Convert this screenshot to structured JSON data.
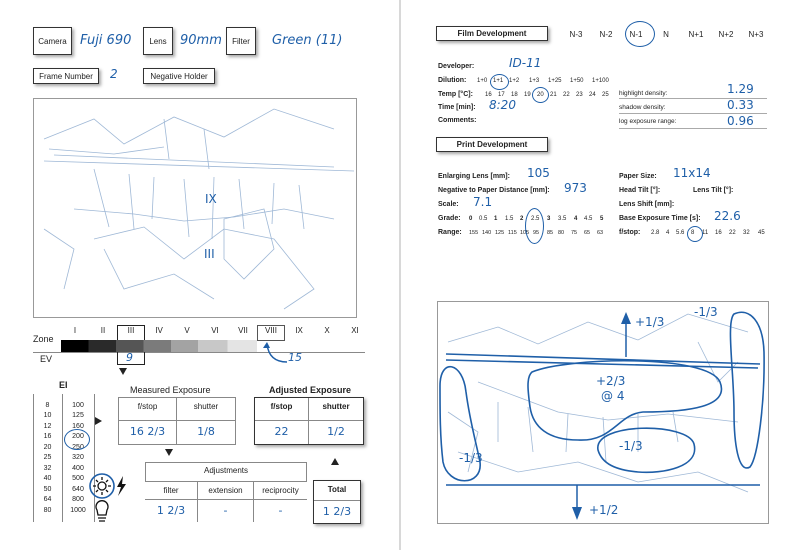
{
  "left": {
    "camera": {
      "label": "Camera",
      "value": "Fuji 690"
    },
    "lens": {
      "label": "Lens",
      "value": "90mm"
    },
    "filter": {
      "label": "Filter",
      "value": "Green (11)"
    },
    "frame": {
      "label": "Frame Number",
      "value": "2"
    },
    "negative_holder": {
      "label": "Negative Holder"
    },
    "sketch_marks": {
      "upper": "IX",
      "lower": "III"
    },
    "zone_scale": {
      "zone_label": "Zone",
      "ev_label": "EV",
      "zones": [
        "I",
        "II",
        "III",
        "IV",
        "V",
        "VI",
        "VII",
        "VIII",
        "IX",
        "X",
        "XI"
      ],
      "ev_measured": "9",
      "ev_highlight": "15"
    },
    "ei": {
      "title": "EI",
      "left_col": [
        "8",
        "10",
        "12",
        "16",
        "20",
        "25",
        "32",
        "40",
        "50",
        "64",
        "80"
      ],
      "right_col": [
        "100",
        "125",
        "160",
        "200",
        "250",
        "320",
        "400",
        "500",
        "640",
        "800",
        "1000"
      ],
      "selected": "200"
    },
    "measured": {
      "title": "Measured Exposure",
      "fstop_label": "f/stop",
      "shutter_label": "shutter",
      "fstop": "16 2/3",
      "shutter": "1/8"
    },
    "adjusted": {
      "title": "Adjusted Exposure",
      "fstop_label": "f/stop",
      "shutter_label": "shutter",
      "fstop": "22",
      "shutter": "1/2"
    },
    "adjustments": {
      "title": "Adjustments",
      "filter_label": "filter",
      "extension_label": "extension",
      "reciprocity_label": "reciprocity",
      "filter": "1 2/3",
      "extension": "-",
      "reciprocity": "-"
    },
    "total": {
      "label": "Total",
      "value": "1 2/3"
    }
  },
  "right": {
    "film_dev": {
      "title": "Film Development",
      "n_scale": [
        "N-3",
        "N-2",
        "N-1",
        "N",
        "N+1",
        "N+2",
        "N+3"
      ],
      "n_selected": "N-1",
      "developer_label": "Developer:",
      "developer": "ID-11",
      "dilution_label": "Dilution:",
      "dilutions": [
        "1+0",
        "1+1",
        "1+2",
        "1+3",
        "1+25",
        "1+50",
        "1+100"
      ],
      "dilution_selected": "1+1",
      "temp_label": "Temp [°C]:",
      "temps": [
        "16",
        "17",
        "18",
        "19",
        "20",
        "21",
        "22",
        "23",
        "24",
        "25"
      ],
      "temp_selected": "20",
      "time_label": "Time [min]:",
      "time": "8:20",
      "comments_label": "Comments:",
      "highlight_label": "highlight density:",
      "highlight": "1.29",
      "shadow_label": "shadow density:",
      "shadow": "0.33",
      "log_label": "log exposure range:",
      "log": "0.96"
    },
    "print_dev": {
      "title": "Print Development",
      "enlarging_label": "Enlarging Lens [mm]:",
      "enlarging": "105",
      "neg_dist_label": "Negative to Paper Distance [mm]:",
      "neg_dist": "973",
      "scale_label": "Scale:",
      "scale": "7.1",
      "grade_label": "Grade:",
      "grades": [
        "0",
        "0.5",
        "1",
        "1.5",
        "2",
        "2.5",
        "3",
        "3.5",
        "4",
        "4.5",
        "5"
      ],
      "grade_selected": "2.5",
      "range_label": "Range:",
      "ranges": [
        "155",
        "140",
        "125",
        "115",
        "105",
        "95",
        "85",
        "80",
        "75",
        "65",
        "63"
      ],
      "paper_label": "Paper Size:",
      "paper": "11x14",
      "head_tilt_label": "Head Tilt [°]:",
      "lens_tilt_label": "Lens Tilt [°]:",
      "lens_shift_label": "Lens Shift [mm]:",
      "base_exp_label": "Base Exposure Time [s]:",
      "base_exp": "22.6",
      "fstop_label": "f/stop:",
      "fstops": [
        "2.8",
        "4",
        "5.6",
        "8",
        "11",
        "16",
        "22",
        "32",
        "45"
      ],
      "fstop_selected": "8"
    },
    "dodge_burn": {
      "top": "+1/3",
      "top_right": "-1/3",
      "center": "+2/3",
      "center_sub": "@ 4",
      "left": "-1/3",
      "mid": "-1/3",
      "bottom": "+1/2"
    }
  }
}
